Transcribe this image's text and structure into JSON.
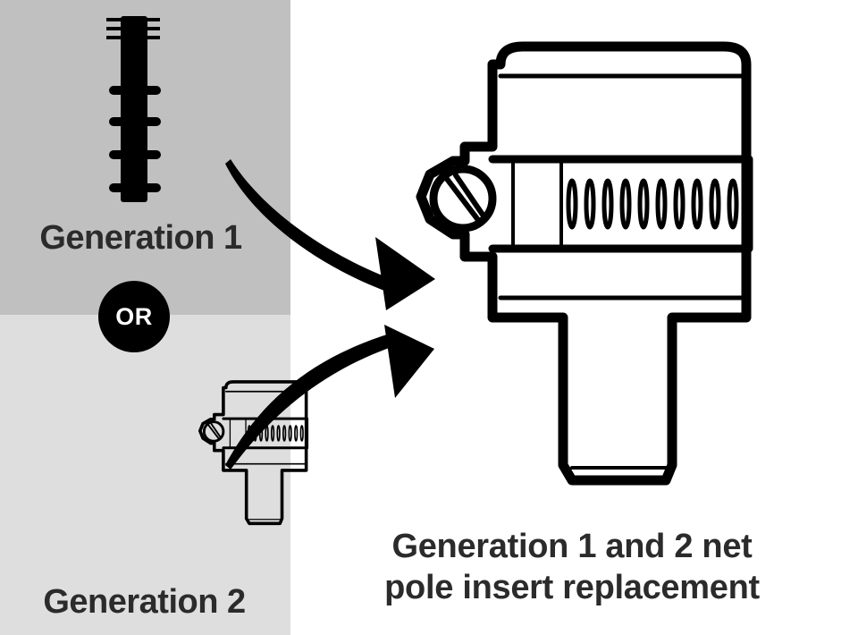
{
  "gen1": {
    "label": "Generation 1"
  },
  "gen2": {
    "label": "Generation 2"
  },
  "or_badge": {
    "text": "OR"
  },
  "caption": {
    "line1": "Generation 1 and 2 net",
    "line2": "pole insert replacement"
  },
  "colors": {
    "top_panel": "#c0c0c0",
    "bottom_panel": "#dedede",
    "ink": "#000000",
    "label_text": "#2b2b2b"
  },
  "icons": [
    "ribbed-insert-icon",
    "pole-insert-icon",
    "arrow-icon"
  ]
}
